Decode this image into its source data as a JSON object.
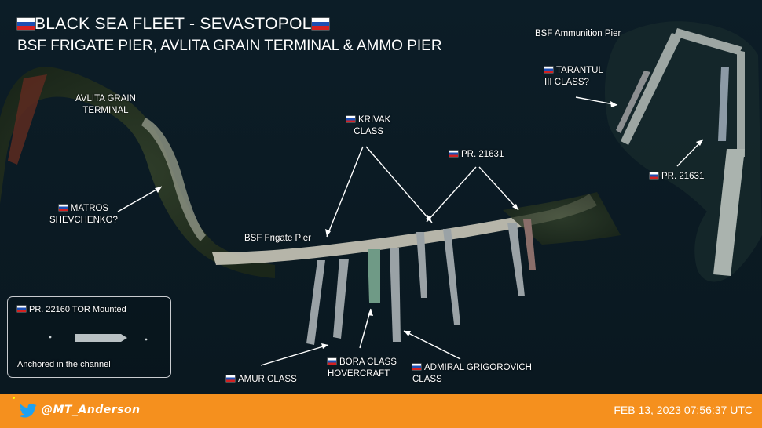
{
  "header": {
    "title": "BLACK SEA FLEET -  SEVASTOPOL",
    "subtitle": "BSF FRIGATE PIER, AVLITA GRAIN TERMINAL & AMMO PIER"
  },
  "labels": {
    "ammo_pier": "BSF Ammunition Pier",
    "tarantul_line1": "TARANTUL",
    "tarantul_line2": "III CLASS?",
    "avlita_line1": "AVLITA GRAIN",
    "avlita_line2": "TERMINAL",
    "krivak_line1": "KRIVAK",
    "krivak_line2": "CLASS",
    "pr21631_center": "PR. 21631",
    "pr21631_right": "PR. 21631",
    "matros_line1": "MATROS",
    "matros_line2": "SHEVCHENKO?",
    "frigate_pier": "BSF Frigate Pier",
    "amur": "AMUR CLASS",
    "bora_line1": "BORA CLASS",
    "bora_line2": "HOVERCRAFT",
    "grigorovich_line1": "ADMIRAL GRIGOROVICH",
    "grigorovich_line2": "CLASS"
  },
  "inset": {
    "heading": "PR. 22160 TOR Mounted",
    "caption": "Anchored in the channel"
  },
  "footer": {
    "handle": "@MT_Anderson",
    "timestamp": "FEB 13, 2023 07:56:37 UTC",
    "icon": "twitter-bird-icon"
  },
  "colors": {
    "footer_bg": "#f5901e",
    "water": "#0b1a22",
    "flag_white": "#ffffff",
    "flag_blue": "#1d4fb3",
    "flag_red": "#d42121"
  }
}
